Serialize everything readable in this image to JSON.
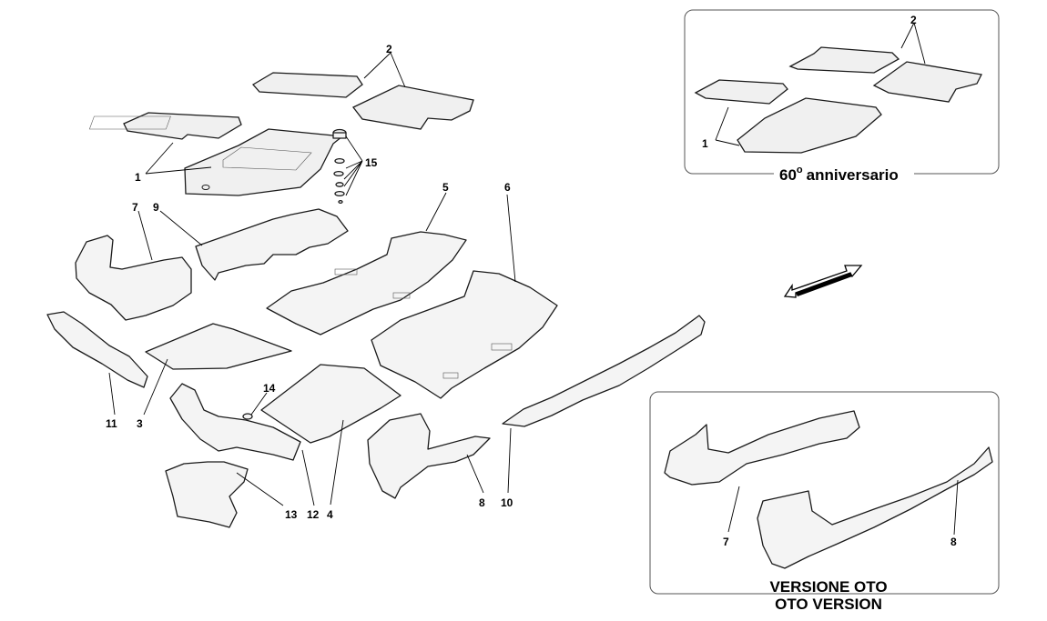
{
  "callouts": {
    "n1": "1",
    "n2": "2",
    "n3": "3",
    "n4": "4",
    "n5": "5",
    "n6": "6",
    "n7": "7",
    "n8": "8",
    "n9": "9",
    "n10": "10",
    "n11": "11",
    "n12": "12",
    "n13": "13",
    "n14": "14",
    "n15": "15"
  },
  "inset_top": {
    "caption_number": "60",
    "caption_degree": "o",
    "caption_text": "anniversario",
    "label_1": "1",
    "label_2": "2"
  },
  "inset_bottom": {
    "caption_line1": "VERSIONE OTO",
    "caption_line2": "OTO VERSION",
    "label_7": "7",
    "label_8": "8"
  },
  "direction_arrow": "front-direction-arrow"
}
